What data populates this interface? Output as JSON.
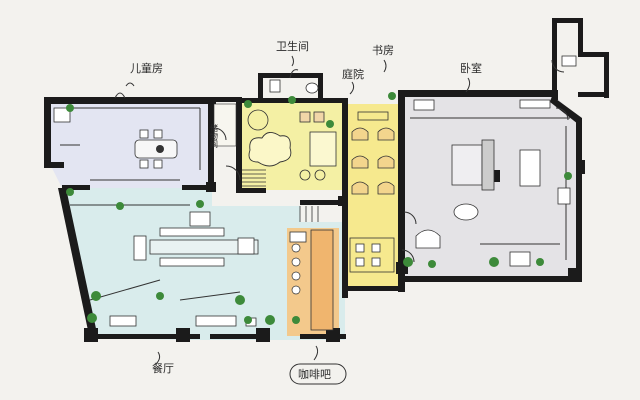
{
  "rooms": {
    "kids_room": "儿童房",
    "bathroom": "卫生间",
    "study": "书房",
    "courtyard": "庭院",
    "bedroom": "卧室",
    "storage": "储物间",
    "restaurant": "餐厅",
    "cafe_bar": "咖啡吧"
  },
  "colors": {
    "kids_room": "#e3e5f2",
    "courtyard": "#f4f0a4",
    "study": "#f6e98e",
    "cafe": "#f3c98c",
    "dining": "#d9ecec",
    "bedroom": "#e4e3e6",
    "wall": "#1b1b1b",
    "plant": "#3d8a3a"
  }
}
